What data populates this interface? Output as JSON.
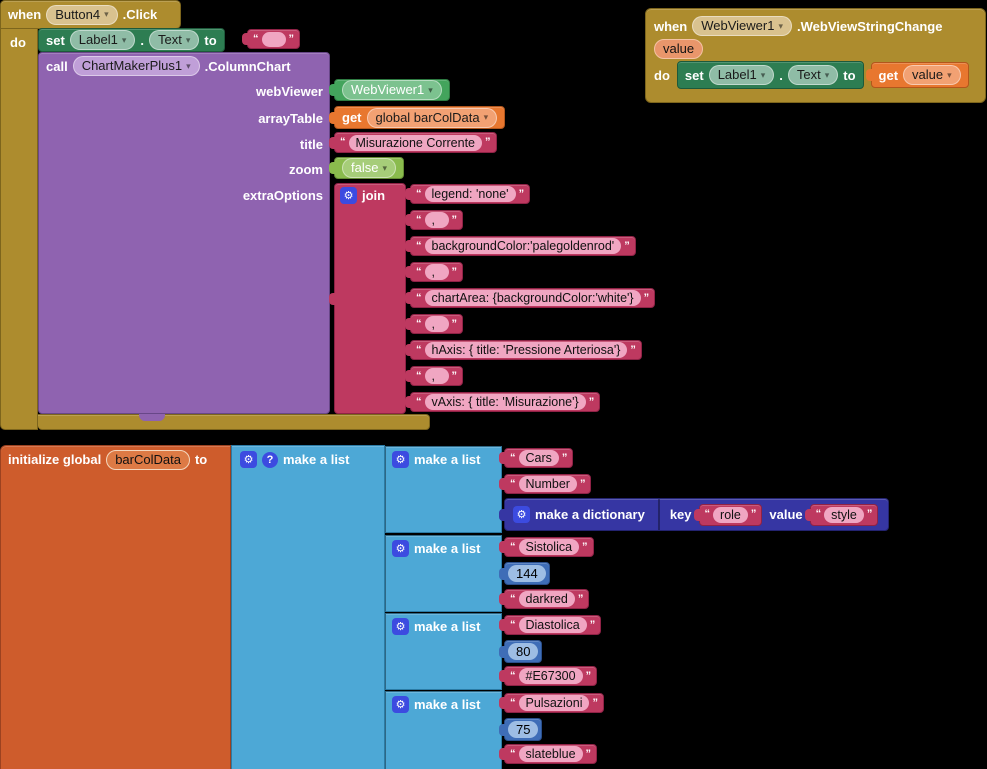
{
  "colors": {
    "event_block": "#AD8C2E",
    "setter_block": "#2D7D52",
    "method_block": "#8F63B0",
    "text_block": "#BE3960",
    "text_field": "#F0A6C2",
    "variable_block": "#E8772F",
    "component_block": "#43A45C",
    "logic_block": "#8ABB4D",
    "math_block": "#3E6DB7",
    "list_block": "#4DA8D6",
    "dictionary_block": "#3636A3",
    "init_variable_block": "#CE5C2C",
    "mutator_icon": "#3C4BE0",
    "workspace_background": "#000000"
  },
  "button_click_block": {
    "when_label": "when",
    "component": "Button4",
    "event": ".Click",
    "do_label": "do",
    "set_stmt": {
      "set": "set",
      "component": "Label1",
      "dot": ".",
      "property": "Text",
      "to": "to",
      "value": ""
    },
    "call_stmt": {
      "call": "call",
      "component": "ChartMakerPlus1",
      "method": ".ColumnChart",
      "param_webviewer": "webViewer",
      "param_arraytable": "arrayTable",
      "param_title": "title",
      "param_zoom": "zoom",
      "param_extraoptions": "extraOptions",
      "webviewer_value": "WebViewer1",
      "get_label": "get",
      "arraytable_value": "global barColData",
      "title_value": "Misurazione Corrente",
      "zoom_value": "false",
      "join_label": "join",
      "join_items": [
        "legend: 'none'",
        ",",
        "backgroundColor:'palegoldenrod'",
        ",",
        "chartArea: {backgroundColor:'white'}",
        ",",
        "hAxis: { title: 'Pressione Arteriosa'}",
        ",",
        "vAxis: { title: 'Misurazione'}"
      ]
    }
  },
  "webview_block": {
    "when_label": "when",
    "component": "WebViewer1",
    "event": ".WebViewStringChange",
    "param": "value",
    "do_label": "do",
    "set_label": "set",
    "set_component": "Label1",
    "dot": ".",
    "property": "Text",
    "to_label": "to",
    "get_label": "get",
    "get_var": "value"
  },
  "init_block": {
    "label": "initialize global",
    "var_name": "barColData",
    "to_label": "to",
    "outer_list": {
      "label": "make a list"
    },
    "row1": {
      "label": "make a list",
      "item1": "Cars",
      "item2": "Number"
    },
    "dict": {
      "label": "make a dictionary",
      "key_label": "key",
      "key_value": "role",
      "value_label": "value",
      "value_value": "style"
    },
    "row2": {
      "label": "make a list",
      "item1": "Sistolica",
      "item2": "144",
      "item3": "darkred"
    },
    "row3": {
      "label": "make a list",
      "item1": "Diastolica",
      "item2": "80",
      "item3": "#E67300"
    },
    "row4": {
      "label": "make a list",
      "item1": "Pulsazioni",
      "item2": "75",
      "item3": "slateblue"
    }
  }
}
